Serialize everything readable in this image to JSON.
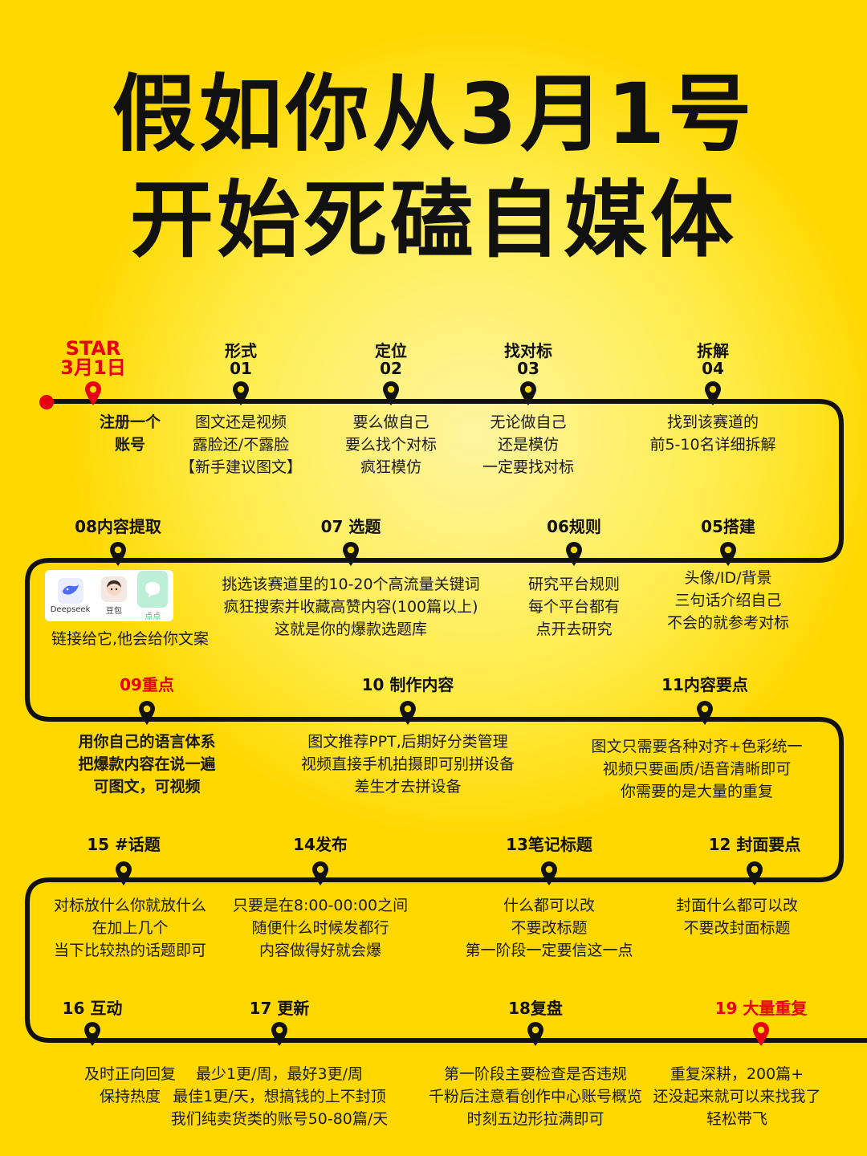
{
  "title": {
    "line1": "假如你从3月1号",
    "line2": "开始死磕自媒体"
  },
  "start": {
    "word": "STAR",
    "date": "3月1日",
    "desc": [
      "注册一个",
      "账号"
    ]
  },
  "steps": [
    {
      "label": "形式 01",
      "desc": [
        "图文还是视频",
        "露脸还/不露脸",
        "【新手建议图文】"
      ]
    },
    {
      "label": "定位 02",
      "desc": [
        "要么做自己",
        "要么找个对标",
        "疯狂模仿"
      ]
    },
    {
      "label": "找对标 03",
      "desc": [
        "无论做自己",
        "还是模仿",
        "一定要找对标"
      ]
    },
    {
      "label": "拆解 04",
      "desc": [
        "找到该赛道的",
        "前5-10名详细拆解"
      ]
    },
    {
      "label": "05搭建",
      "desc": [
        "头像/ID/背景",
        "三句话介绍自己",
        "不会的就参考对标"
      ]
    },
    {
      "label": "06规则",
      "desc": [
        "研究平台规则",
        "每个平台都有",
        "点开去研究"
      ]
    },
    {
      "label": "07 选题",
      "desc": [
        "挑选该赛道里的10-20个高流量关键词",
        "疯狂搜索并收藏高赞内容(100篇以上)",
        "这就是你的爆款选题库"
      ]
    },
    {
      "label": "08内容提取",
      "desc": [
        "链接给它,他会给你文案"
      ]
    },
    {
      "label": "09重点",
      "desc": [
        "用你自己的语言体系",
        "把爆款内容在说一遍",
        "可图文，可视频"
      ]
    },
    {
      "label": "10 制作内容",
      "desc": [
        "图文推荐PPT,后期好分类管理",
        "视频直接手机拍摄即可别拼设备",
        "差生才去拼设备"
      ]
    },
    {
      "label": "11内容要点",
      "desc": [
        "图文只需要各种对齐+色彩统一",
        "视频只要画质/语音清晰即可",
        "你需要的是大量的重复"
      ]
    },
    {
      "label": "12 封面要点",
      "desc": [
        "封面什么都可以改",
        "不要改封面标题"
      ]
    },
    {
      "label": "13笔记标题",
      "desc": [
        "什么都可以改",
        "不要改标题",
        "第一阶段一定要信这一点"
      ]
    },
    {
      "label": "14发布",
      "desc": [
        "只要是在8:00-00:00之间",
        "随便什么时候发都行",
        "内容做得好就会爆"
      ]
    },
    {
      "label": "15 #话题",
      "desc": [
        "对标放什么你就放什么",
        "在加上几个",
        "当下比较热的话题即可"
      ]
    },
    {
      "label": "16 互动",
      "desc": [
        "及时正向回复",
        "保持热度"
      ]
    },
    {
      "label": "17 更新",
      "desc": [
        "最少1更/周，最好3更/周",
        "最佳1更/天，想搞钱的上不封顶",
        "我们纯卖货类的账号50-80篇/天"
      ]
    },
    {
      "label": "18复盘",
      "desc": [
        "第一阶段主要检查是否违规",
        "千粉后注意看创作中心账号概览",
        "时刻五边形拉满即可"
      ]
    },
    {
      "label": "19 大量重复",
      "desc": [
        "重复深耕，200篇+",
        "还没起来就可以来找我了",
        "轻松带飞"
      ]
    }
  ],
  "apps": [
    {
      "name": "Deepseek",
      "icon": "deepseek-whale-icon"
    },
    {
      "name": "豆包",
      "icon": "doubao-avatar-icon"
    },
    {
      "name": "点点",
      "icon": "diandian-bubble-icon"
    }
  ],
  "colors": {
    "background": "#FFD800",
    "line": "#111111",
    "accent_red": "#E60012"
  }
}
